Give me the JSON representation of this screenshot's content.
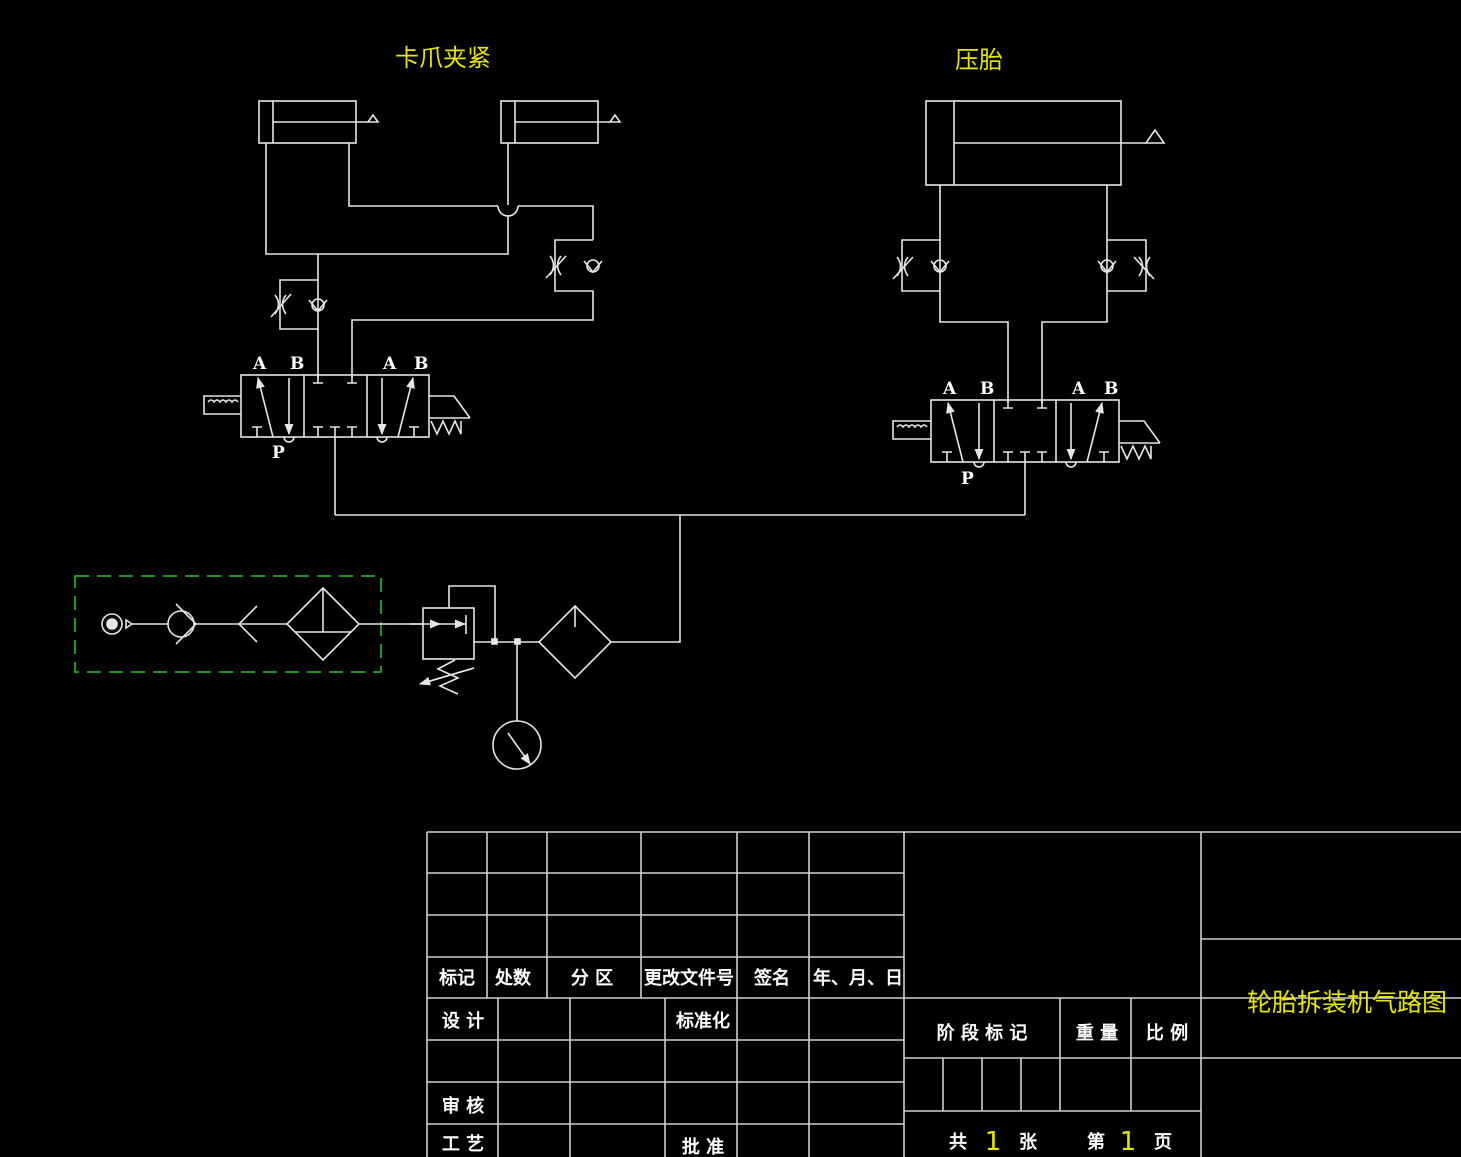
{
  "diagram": {
    "title_clamp": "卡爪夹紧",
    "title_press": "压胎",
    "valve_left": {
      "port_a1": "A",
      "port_b1": "B",
      "port_a2": "A",
      "port_b2": "B",
      "port_p": "P"
    },
    "valve_right": {
      "port_a1": "A",
      "port_b1": "B",
      "port_a2": "A",
      "port_b2": "B",
      "port_p": "P"
    }
  },
  "title_block": {
    "header": [
      "标记",
      "处数",
      "分 区",
      "更改文件号",
      "签名",
      "年、月、日"
    ],
    "design": "设 计",
    "standardization": "标准化",
    "review": "审 核",
    "process": "工 艺",
    "approve": "批 准",
    "stage_mark": "阶 段 标 记",
    "weight": "重 量",
    "scale": "比 例",
    "total_prefix": "共",
    "total_sheets": "1",
    "total_suffix": "张",
    "page_prefix": "第",
    "page_number": "1",
    "page_suffix": "页",
    "drawing_title": "轮胎拆装机气路图"
  },
  "colors": {
    "line": "#e6e6e6",
    "label": "#e6e600",
    "boundary": "#1faa1f",
    "background": "#000000"
  }
}
